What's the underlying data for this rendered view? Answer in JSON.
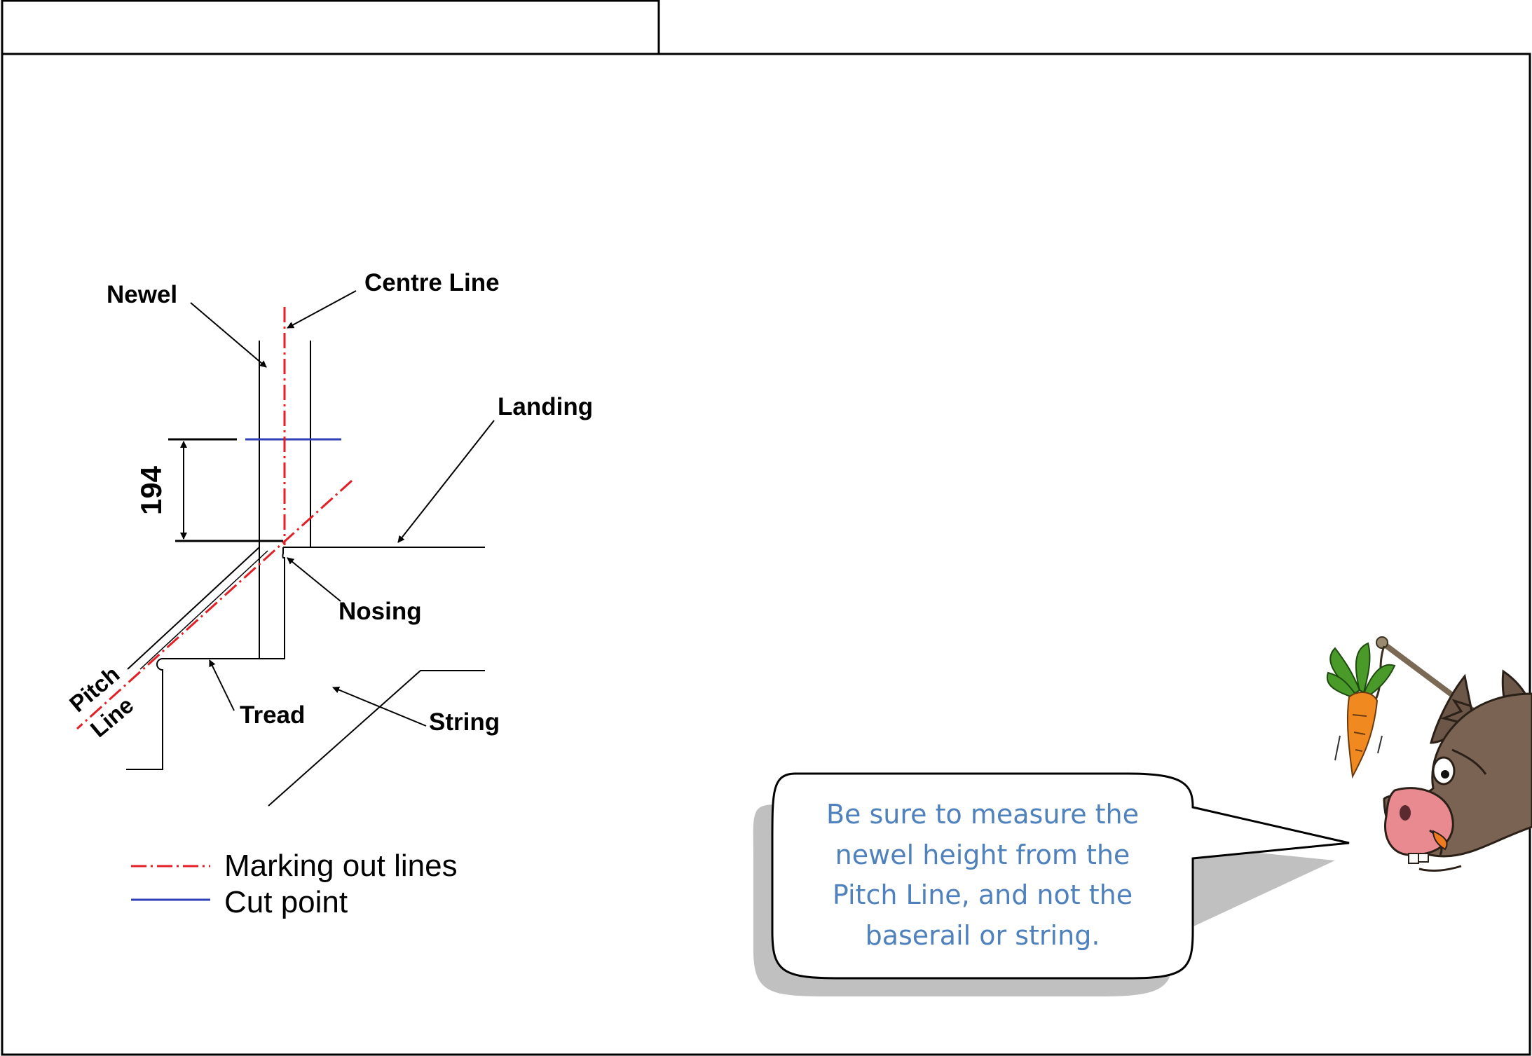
{
  "labels": {
    "newel": "Newel",
    "centre_line": "Centre Line",
    "landing": "Landing",
    "dimension": "194",
    "nosing": "Nosing",
    "pitch": "Pitch",
    "line": "Line",
    "tread": "Tread",
    "string": "String"
  },
  "legend": {
    "items": [
      {
        "label": "Marking out lines",
        "color": "#e31e24",
        "style": "dash-dot"
      },
      {
        "label": "Cut point",
        "color": "#2e3fb8",
        "style": "solid"
      }
    ]
  },
  "callout": {
    "lines": [
      "Be sure to measure the",
      "newel height from the",
      "Pitch Line, and not the",
      "baserail or string."
    ],
    "text_color": "#4f81bd"
  },
  "illustration": {
    "character": "donkey-with-carrot-on-stick"
  }
}
